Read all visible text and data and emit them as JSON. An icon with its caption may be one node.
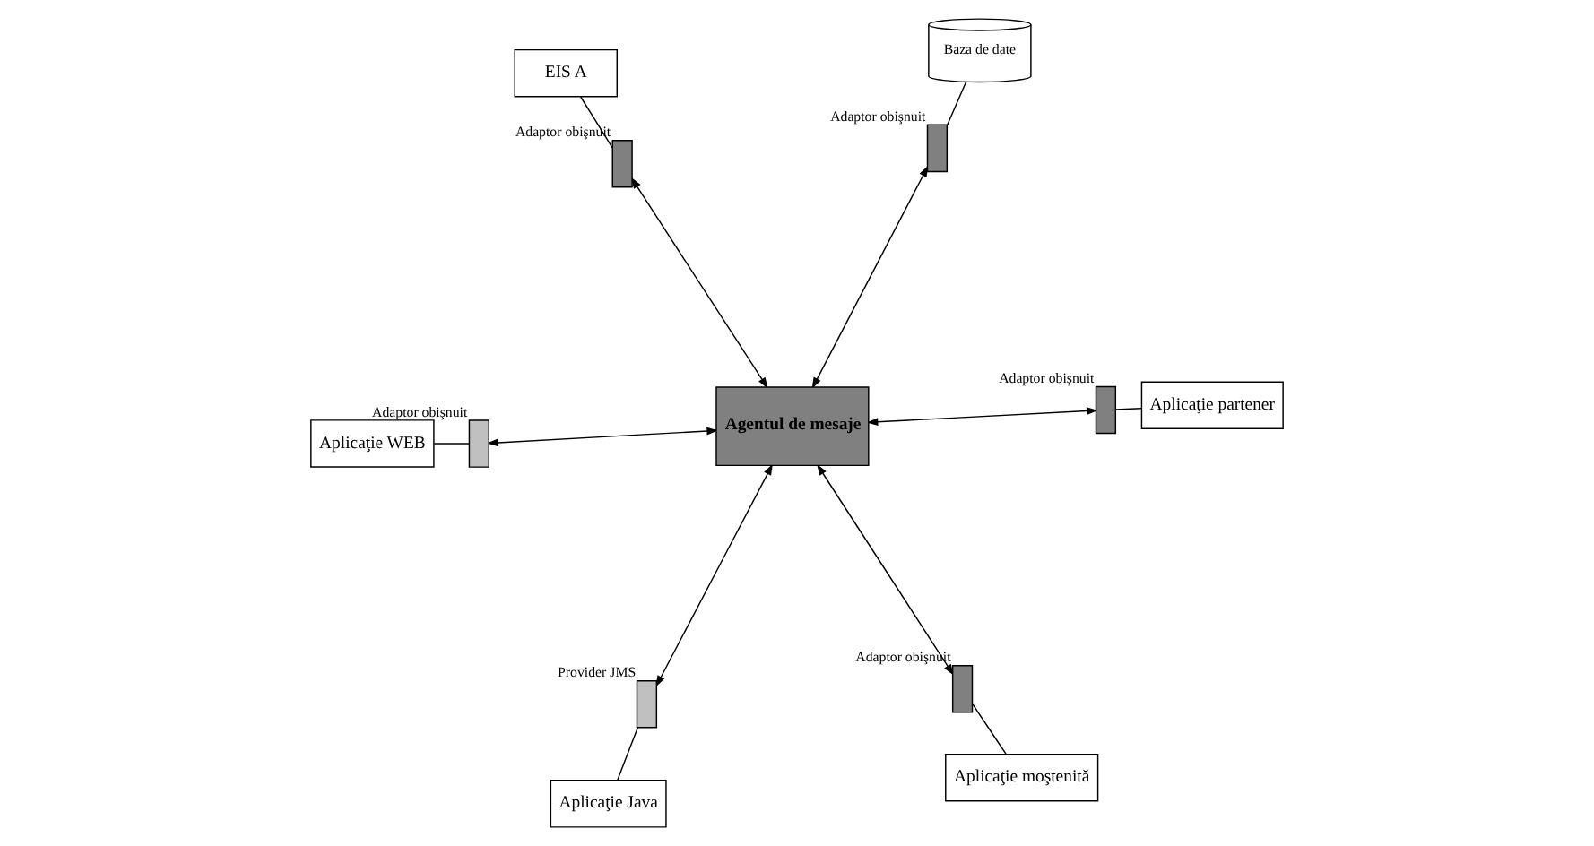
{
  "diagram": {
    "nodes": [
      {
        "text": [
          "Agentul de mesaje"
        ]
      },
      {
        "text": [
          "Aplicaţie Java"
        ]
      },
      {
        "text": [],
        "shape": "box",
        "beside": [
          "Provider JMS"
        ]
      },
      {
        "text": [
          "EIS A"
        ]
      },
      {
        "text": [],
        "shape": "box",
        "beside": [
          "Adaptor obişnuit"
        ]
      },
      {
        "text": [
          "Aplicaţie WEB"
        ]
      },
      {
        "text": [],
        "shape": "box",
        "beside": [
          "Adaptor obişnuit"
        ]
      },
      {
        "text": [
          "Aplicaţie partener"
        ]
      },
      {
        "text": [],
        "shape": "box",
        "beside": [
          "Adaptor obişnuit"
        ]
      },
      {
        "text": [
          "Aplicaţie moştenită"
        ]
      },
      {
        "text": [],
        "shape": "box",
        "beside": [
          "Adaptor obişnuit"
        ]
      },
      {
        "text": [
          "Baza de date"
        ]
      },
      {
        "text": [],
        "shape": "box",
        "beside": [
          "Adaptor obişnuit"
        ]
      }
    ],
    "edges": [
      {
        "from": 0,
        "to": 2,
        "arrow": "both"
      },
      {
        "from": 0,
        "to": 4,
        "arrow": "both"
      },
      {
        "from": 0,
        "to": 6,
        "arrow": "both"
      },
      {
        "from": 0,
        "to": 8,
        "arrow": "both"
      },
      {
        "from": 0,
        "to": 10,
        "arrow": "both"
      },
      {
        "from": 0,
        "to": 12,
        "arrow": "both"
      },
      {
        "from": 1,
        "to": 2,
        "arrow": "none"
      },
      {
        "from": 3,
        "to": 4,
        "arrow": "none"
      },
      {
        "from": 5,
        "to": 6,
        "arrow": "none"
      },
      {
        "from": 7,
        "to": 8,
        "arrow": "none"
      },
      {
        "from": 9,
        "to": 10,
        "arrow": "none"
      },
      {
        "from": 11,
        "to": 12,
        "arrow": "none"
      }
    ]
  }
}
